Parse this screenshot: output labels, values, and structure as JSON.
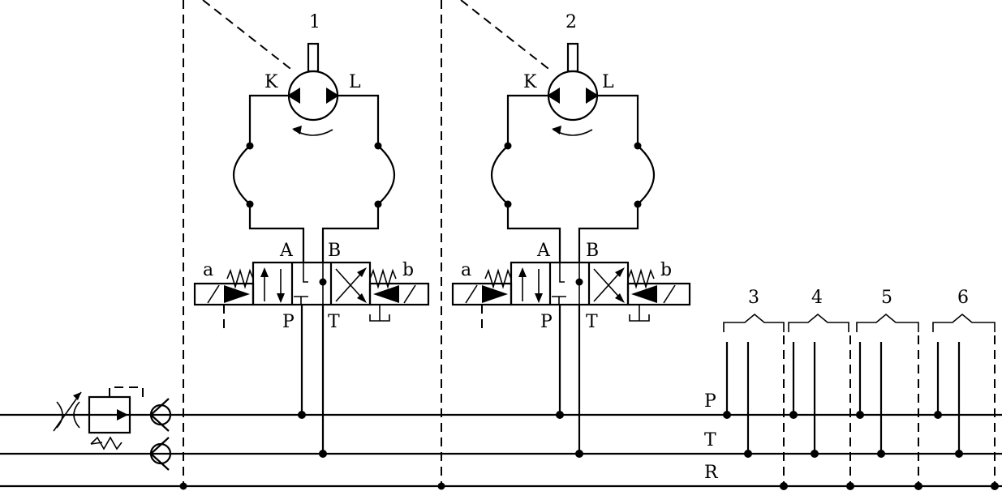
{
  "diagram": {
    "units": [
      {
        "number": "1",
        "port_k": "K",
        "port_l": "L",
        "port_a": "A",
        "port_b": "B",
        "port_p": "P",
        "port_t": "T",
        "solenoid_a": "a",
        "solenoid_b": "b"
      },
      {
        "number": "2",
        "port_k": "K",
        "port_l": "L",
        "port_a": "A",
        "port_b": "B",
        "port_p": "P",
        "port_t": "T",
        "solenoid_a": "a",
        "solenoid_b": "b"
      }
    ],
    "lines": {
      "p": "P",
      "t": "T",
      "r": "R"
    },
    "branches": [
      "3",
      "4",
      "5",
      "6"
    ]
  }
}
